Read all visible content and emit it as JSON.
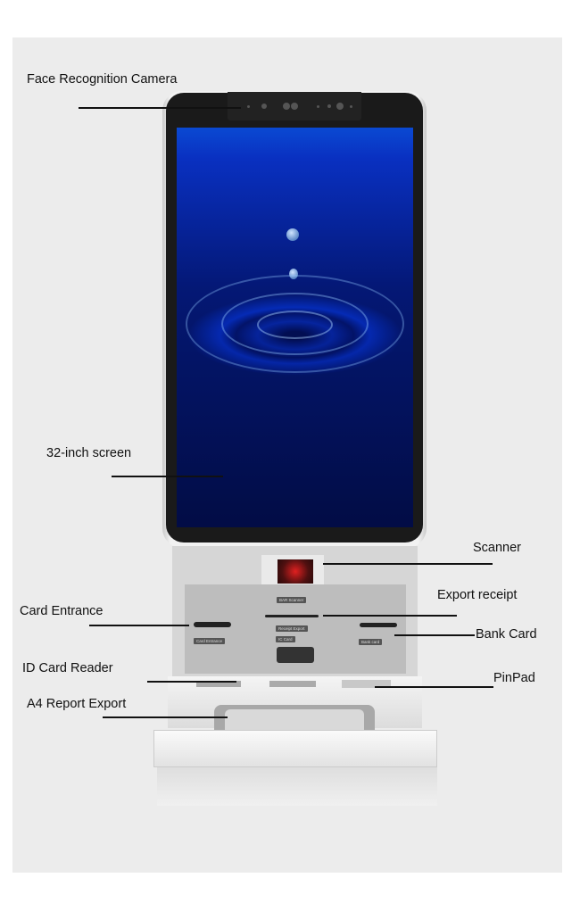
{
  "labels": {
    "camera": "Face Recognition Camera",
    "screen": "32-inch screen",
    "scanner": "Scanner",
    "receipt": "Export receipt",
    "bank_card": "Bank Card",
    "card_entrance": "Card Entrance",
    "id_card_reader": "ID Card Reader",
    "pinpad": "PinPad",
    "a4_report": "A4 Report Export"
  },
  "device_tags": {
    "bar_scanner": "BAR Scanner",
    "receipt_export": "Receipt Export",
    "ic_card": "IC Card",
    "bank_card": "Bank card",
    "card_entrance": "Card Entrance"
  }
}
